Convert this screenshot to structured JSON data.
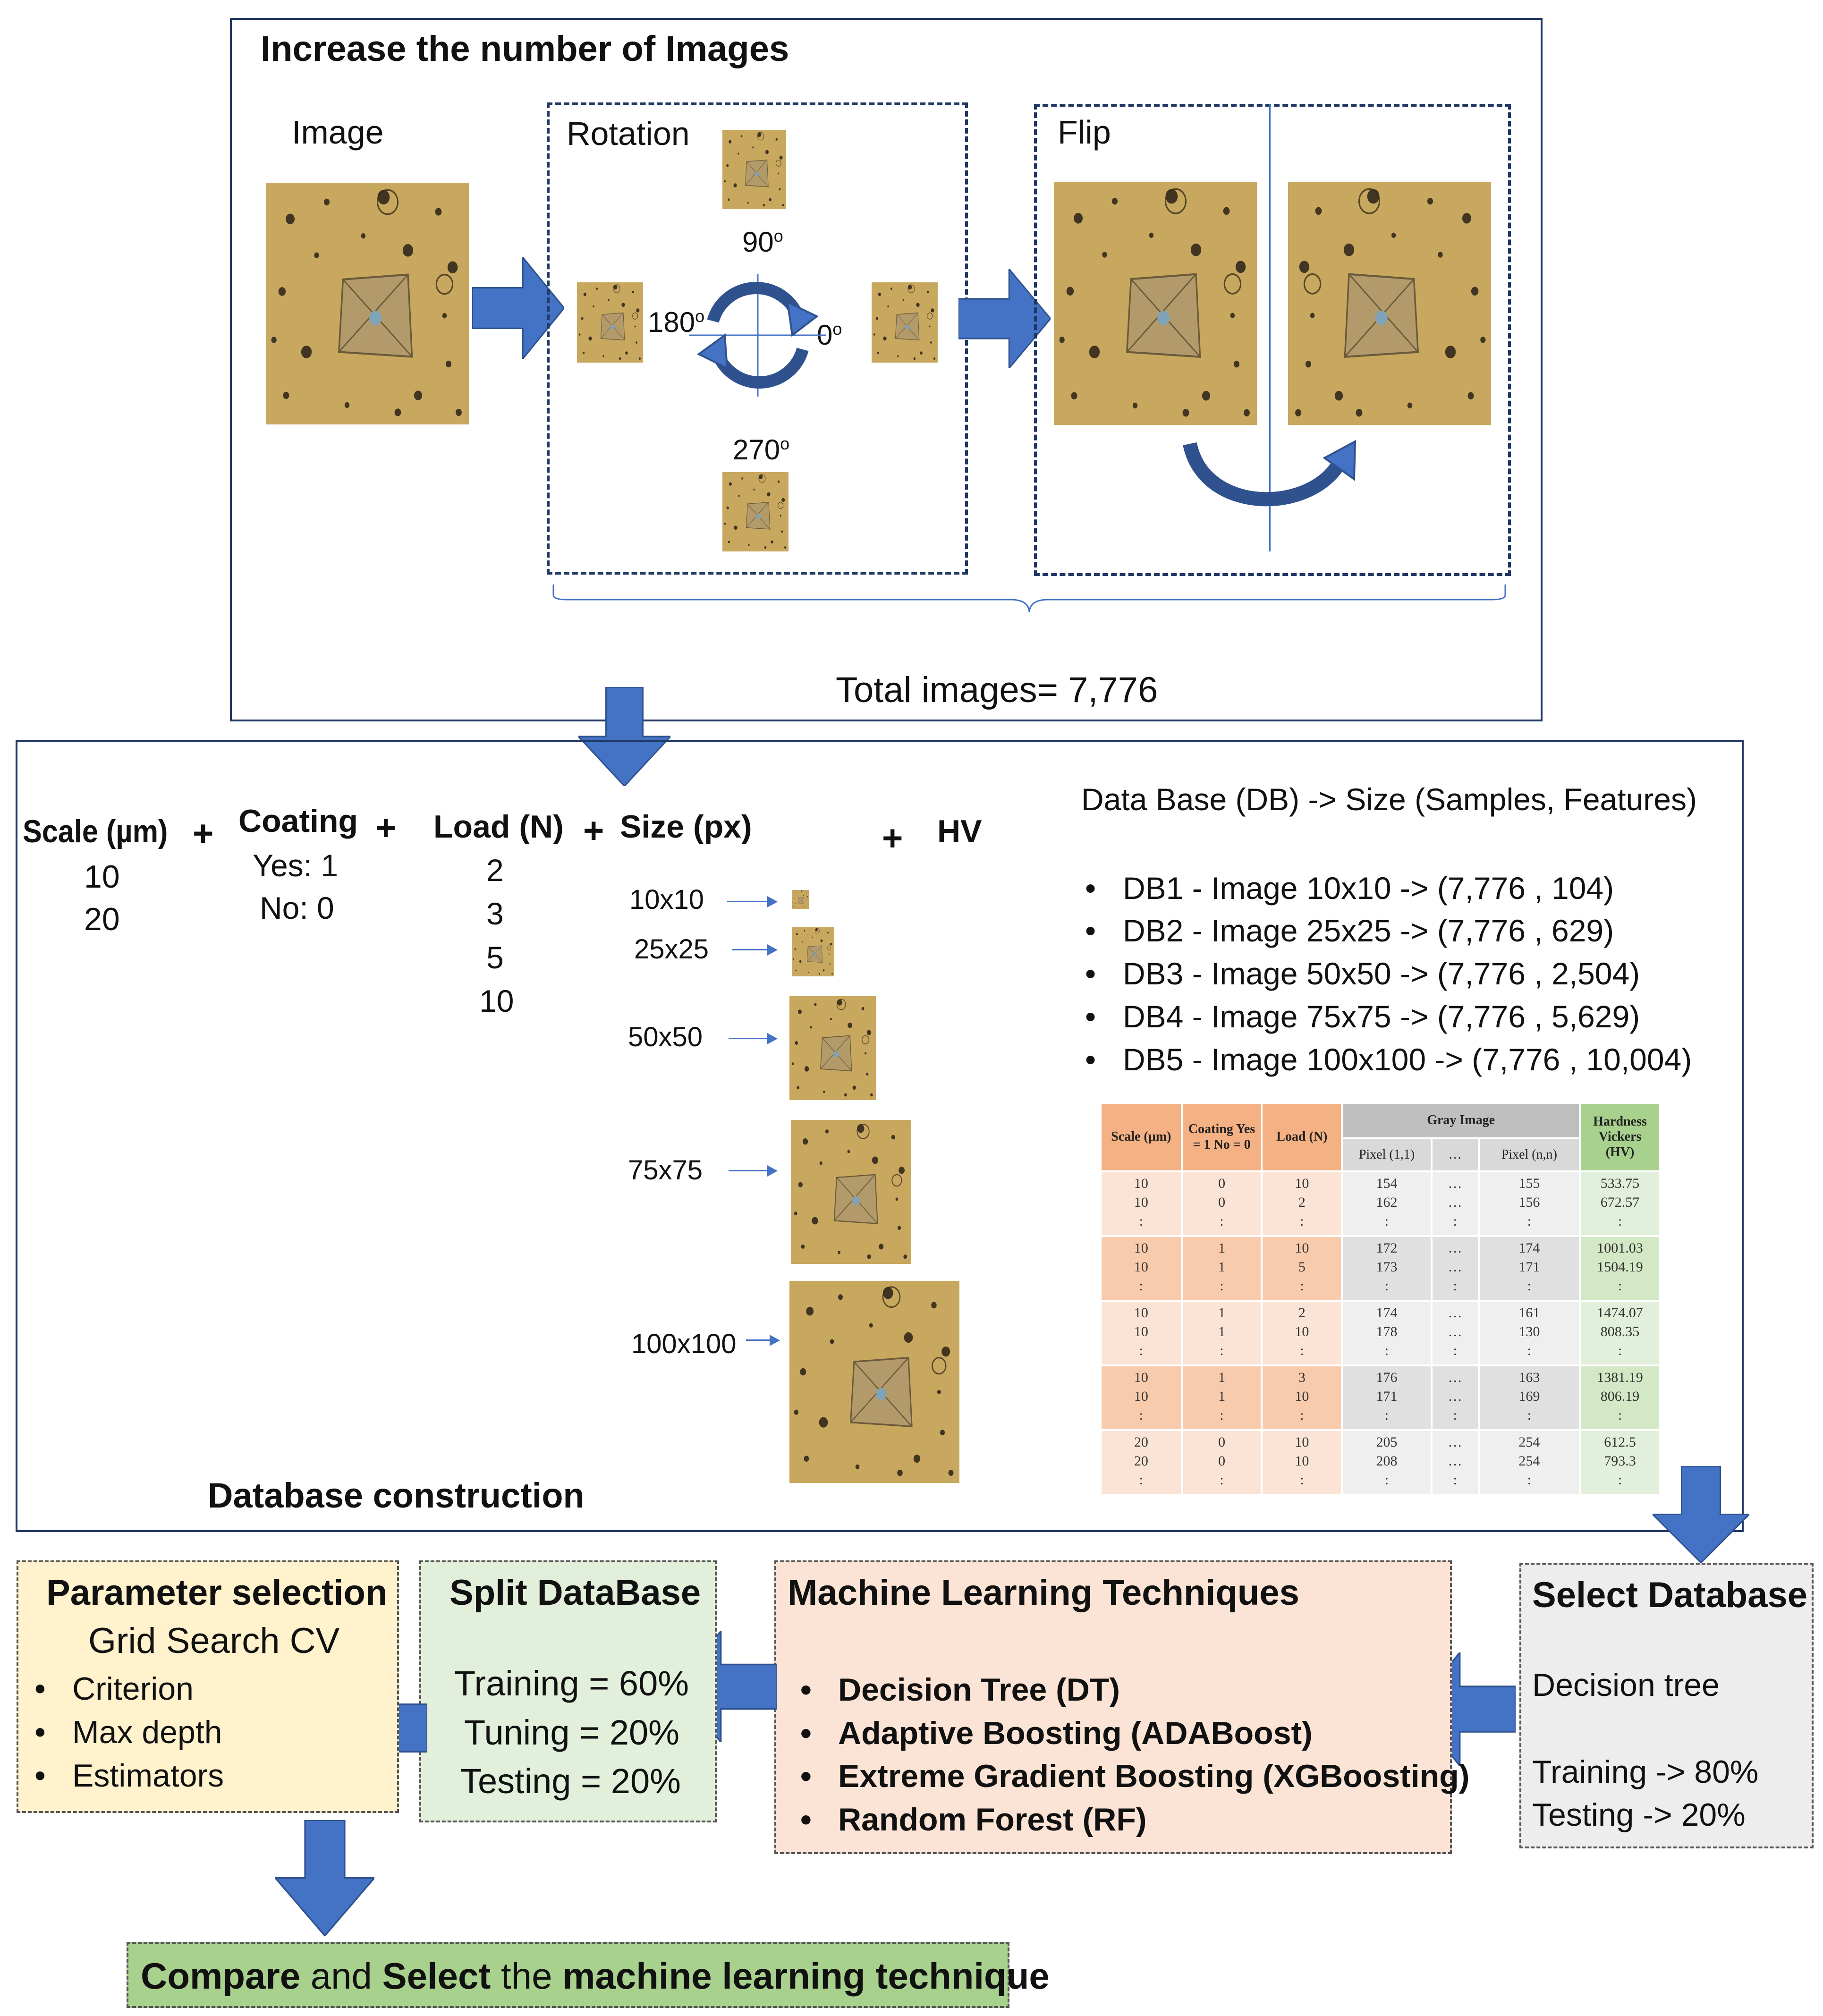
{
  "augmentation": {
    "title": "Increase the number of Images",
    "image_label": "Image",
    "rotation_label": "Rotation",
    "flip_label": "Flip",
    "angles": {
      "a90": "90",
      "a180": "180",
      "a0": "0",
      "a270": "270",
      "deg": "o"
    },
    "total": "Total  images= 7,776"
  },
  "construction": {
    "title": "Database construction",
    "scale_label": "Scale (µm)",
    "scale_values": [
      "10",
      "20"
    ],
    "coating_label": "Coating",
    "coating_values": [
      "Yes: 1",
      "No: 0"
    ],
    "load_label": "Load (N)",
    "load_values": [
      "2",
      "3",
      "5",
      "10"
    ],
    "size_label": "Size (px)",
    "sizes": [
      "10x10",
      "25x25",
      "50x50",
      "75x75",
      "100x100"
    ],
    "hv_label": "HV",
    "plus": "+",
    "db_header": "Data Base (DB) -> Size (Samples, Features)",
    "db_list": [
      "DB1 - Image 10x10 -> (7,776 , 104)",
      "DB2 - Image 25x25 -> (7,776 , 629)",
      "DB3 - Image 50x50 -> (7,776 , 2,504)",
      "DB4 - Image 75x75 -> (7,776 , 5,629)",
      "DB5 - Image 100x100 -> (7,776 , 10,004)"
    ],
    "table": {
      "col_scale": "Scale (µm)",
      "col_coating": "Coating Yes = 1 No = 0",
      "col_load": "Load (N)",
      "col_gray": "Gray Image",
      "col_p11": "Pixel (1,1)",
      "col_dots": "…",
      "col_pnn": "Pixel (n,n)",
      "col_hv": "Hardness Vickers (HV)",
      "rows": [
        {
          "scale": [
            "10",
            "10",
            ":"
          ],
          "coating": [
            "0",
            "0",
            ":"
          ],
          "load": [
            "10",
            "2",
            ":"
          ],
          "p11": [
            "154",
            "162",
            ":"
          ],
          "dots": [
            "…",
            "…",
            ":"
          ],
          "pnn": [
            "155",
            "156",
            ":"
          ],
          "hv": [
            "533.75",
            "672.57",
            ":"
          ]
        },
        {
          "scale": [
            "10",
            "10",
            ":"
          ],
          "coating": [
            "1",
            "1",
            ":"
          ],
          "load": [
            "10",
            "5",
            ":"
          ],
          "p11": [
            "172",
            "173",
            ":"
          ],
          "dots": [
            "…",
            "…",
            ":"
          ],
          "pnn": [
            "174",
            "171",
            ":"
          ],
          "hv": [
            "1001.03",
            "1504.19",
            ":"
          ]
        },
        {
          "scale": [
            "10",
            "10",
            ":"
          ],
          "coating": [
            "1",
            "1",
            ":"
          ],
          "load": [
            "2",
            "10",
            ":"
          ],
          "p11": [
            "174",
            "178",
            ":"
          ],
          "dots": [
            "…",
            "…",
            ":"
          ],
          "pnn": [
            "161",
            "130",
            ":"
          ],
          "hv": [
            "1474.07",
            "808.35",
            ":"
          ]
        },
        {
          "scale": [
            "10",
            "10",
            ":"
          ],
          "coating": [
            "1",
            "1",
            ":"
          ],
          "load": [
            "3",
            "10",
            ":"
          ],
          "p11": [
            "176",
            "171",
            ":"
          ],
          "dots": [
            "…",
            "…",
            ":"
          ],
          "pnn": [
            "163",
            "169",
            ":"
          ],
          "hv": [
            "1381.19",
            "806.19",
            ":"
          ]
        },
        {
          "scale": [
            "20",
            "20",
            ":"
          ],
          "coating": [
            "0",
            "0",
            ":"
          ],
          "load": [
            "10",
            "10",
            ":"
          ],
          "p11": [
            "205",
            "208",
            ":"
          ],
          "dots": [
            "…",
            "…",
            ":"
          ],
          "pnn": [
            "254",
            "254",
            ":"
          ],
          "hv": [
            "612.5",
            "793.3",
            ":"
          ]
        }
      ]
    }
  },
  "select_db": {
    "title": "Select Database",
    "model": "Decision tree",
    "training": "Training -> 80%",
    "testing": "Testing -> 20%"
  },
  "ml": {
    "title": "Machine Learning Techniques",
    "items": [
      "Decision Tree (DT)",
      "Adaptive Boosting (ADABoost)",
      "Extreme Gradient Boosting (XGBoosting)",
      "Random Forest (RF)"
    ]
  },
  "split": {
    "title": "Split DataBase",
    "training": "Training = 60%",
    "tuning": "Tuning = 20%",
    "testing": "Testing = 20%"
  },
  "params": {
    "title": "Parameter selection",
    "subtitle": "Grid Search CV",
    "items": [
      "Criterion",
      "Max depth",
      "Estimators"
    ]
  },
  "final": {
    "compare": "Compare",
    "and": " and ",
    "select": "Select",
    "the": " the ",
    "rest": "machine learning technique"
  },
  "colors": {
    "frame": "#1f3864",
    "arrow": "#4472c4",
    "micro_bg": "#c9a85c",
    "params_bg": "#fff2cc",
    "split_bg": "#e2efda",
    "ml_bg": "#fbe4d5",
    "select_bg": "#ededed",
    "final_bg": "#a9d18e",
    "table_orange": "#f4b183",
    "table_gray": "#bfbfbf",
    "table_green": "#a9d18e"
  }
}
